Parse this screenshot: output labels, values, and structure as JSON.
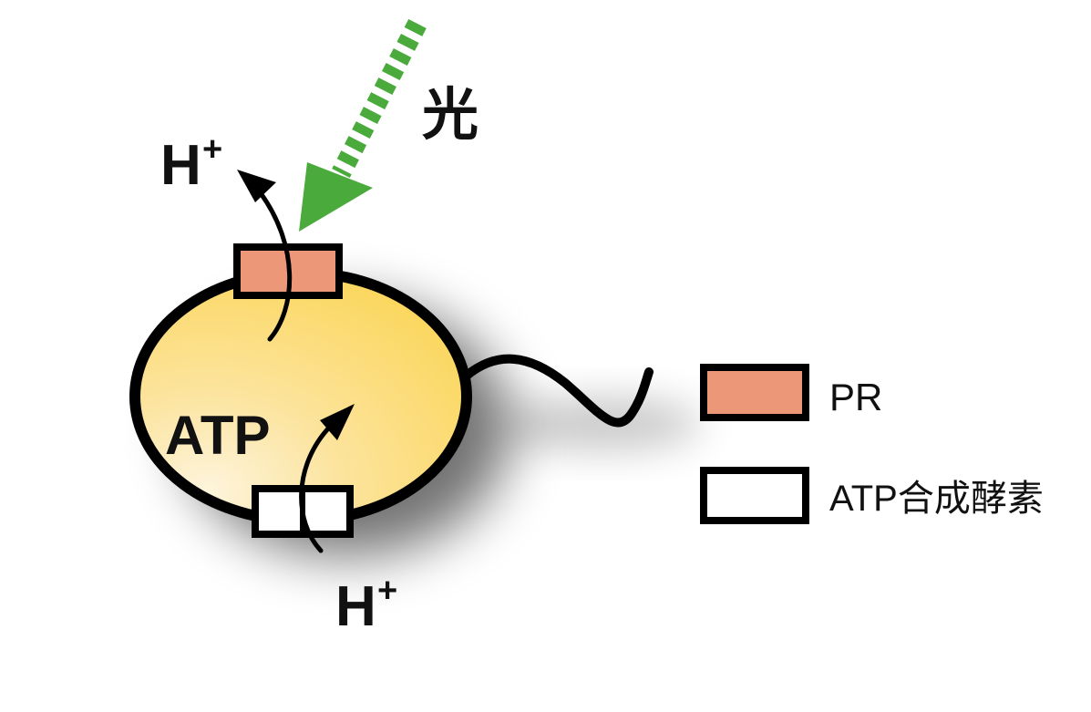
{
  "labels": {
    "light": "光",
    "proton_top": "H",
    "proton_top_sup": "+",
    "proton_bottom": "H",
    "proton_bottom_sup": "+",
    "atp": "ATP"
  },
  "legend": [
    {
      "label": "PR",
      "color": "#ec9777"
    },
    {
      "label": "ATP合成酵素",
      "color": "#ffffff"
    }
  ],
  "colors": {
    "light_arrow": "#4aaa3c",
    "cell_fill_light": "#fdf4dc",
    "cell_fill_dark": "#fbd75f",
    "outline": "#000000",
    "pr_fill": "#ec9777",
    "atp_synthase_fill": "#ffffff"
  },
  "icons": {
    "light_arrow": "dashed-arrow-icon",
    "flagellum": "wavy-tail"
  }
}
